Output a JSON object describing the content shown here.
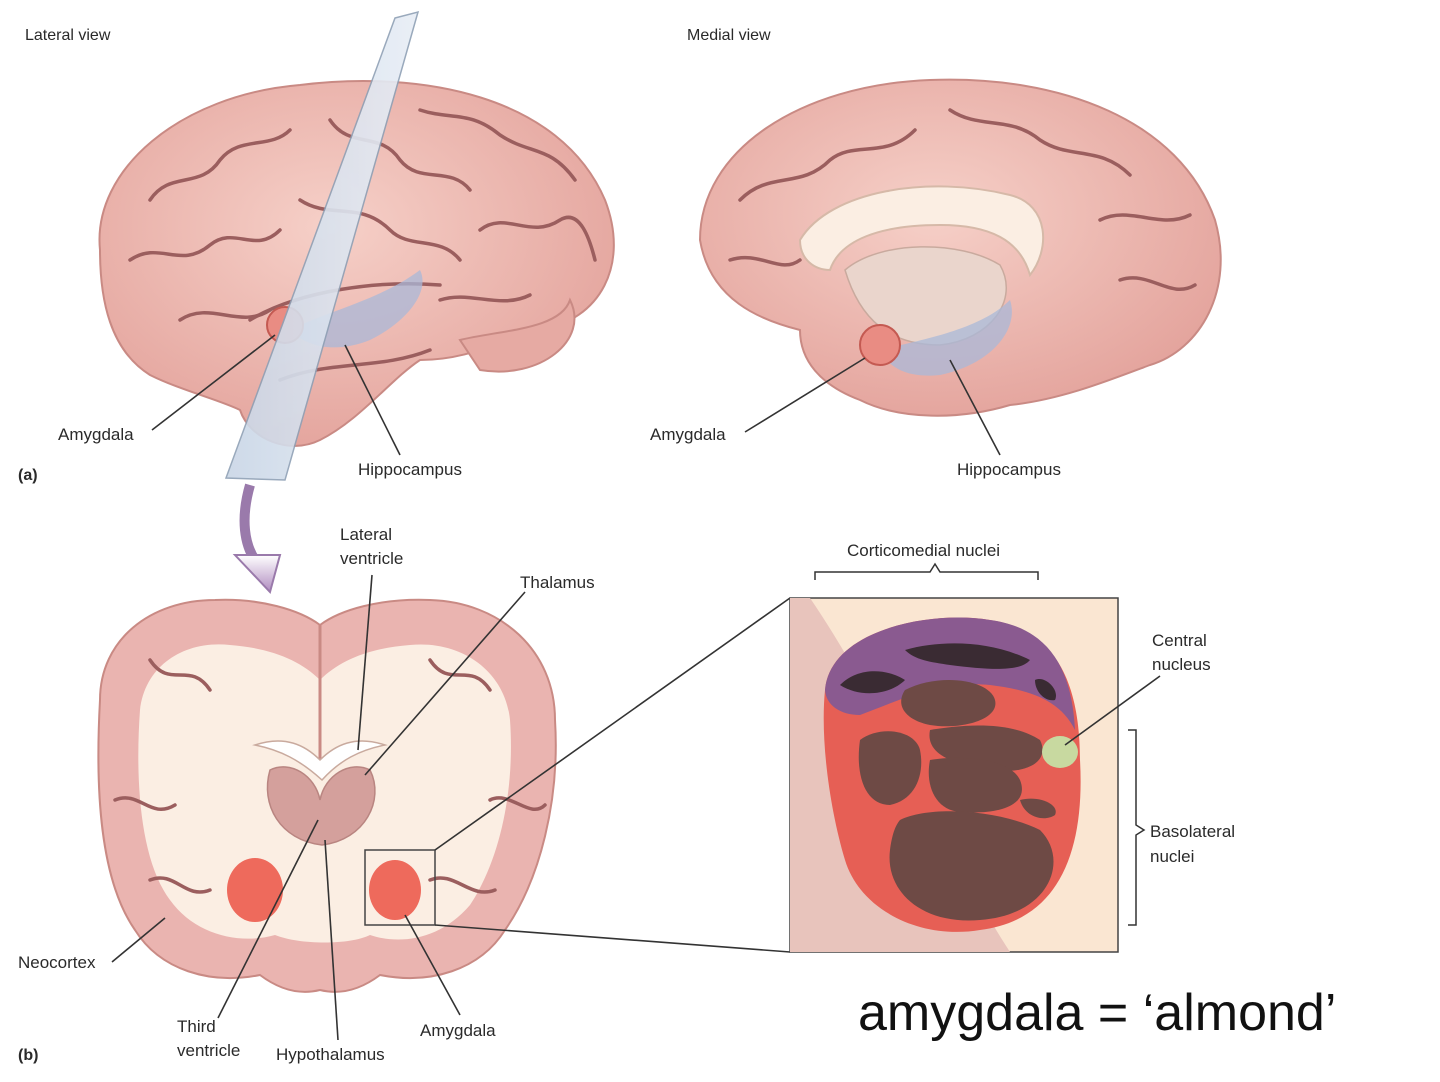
{
  "panel_a": {
    "tag": "(a)",
    "lateral_view": "Lateral view",
    "medial_view": "Medial view",
    "lateral_amygdala": "Amygdala",
    "lateral_hippocampus": "Hippocampus",
    "medial_amygdala": "Amygdala",
    "medial_hippocampus": "Hippocampus"
  },
  "panel_b": {
    "tag": "(b)",
    "lateral_ventricle_1": "Lateral",
    "lateral_ventricle_2": "ventricle",
    "thalamus": "Thalamus",
    "neocortex": "Neocortex",
    "third_ventricle_1": "Third",
    "third_ventricle_2": "ventricle",
    "hypothalamus": "Hypothalamus",
    "amygdala": "Amygdala"
  },
  "inset": {
    "corticomedial": "Corticomedial nuclei",
    "central_1": "Central",
    "central_2": "nucleus",
    "basolateral_1": "Basolateral",
    "basolateral_2": "nuclei"
  },
  "caption": "amygdala = ‘almond’",
  "colors": {
    "cortex": "#eab4b0",
    "white_matter": "#fbeee3",
    "amygdala": "#ee6a5c",
    "corticomedial": "#8a5a90",
    "basolateral": "#6e4a45",
    "central": "#c8d9a0",
    "background_inset": "#fae6d2"
  }
}
